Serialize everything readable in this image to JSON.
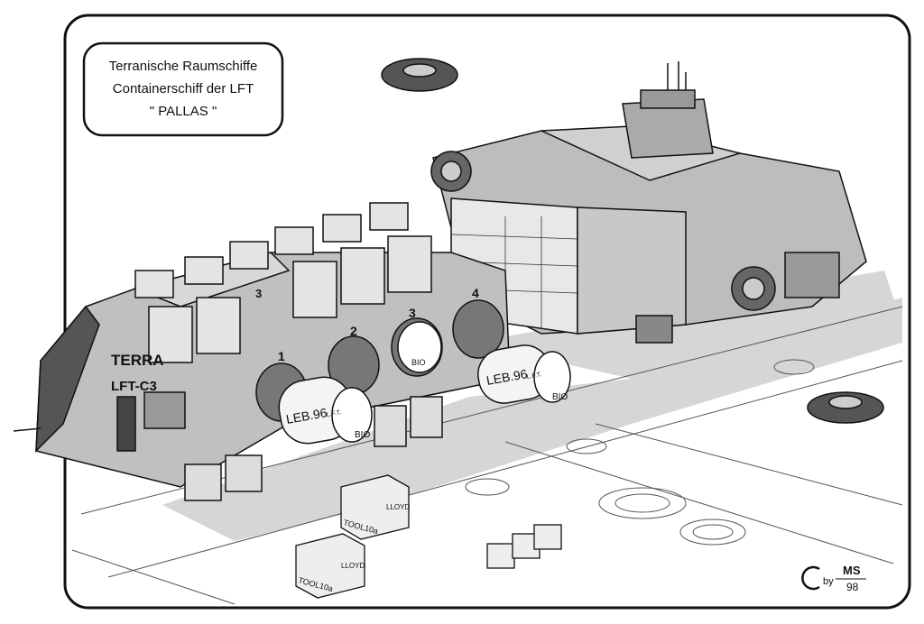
{
  "title_box": {
    "line1": "Terranische Raumschiffe",
    "line2": "Containerschiff der LFT",
    "line3": "\" PALLAS \""
  },
  "ship": {
    "name": "TERRA",
    "designation": "LFT-C3",
    "bay_numbers": [
      "1",
      "2",
      "3",
      "4"
    ],
    "upper_bay_number": "3"
  },
  "containers": {
    "cargo_label": "LEB.96",
    "cargo_sub": "L.F.T.",
    "cargo_type": "BIO",
    "crate_label": "TOOL10a",
    "crate_brand": "LLOYD"
  },
  "signature": {
    "by": "by",
    "initials": "MS",
    "year": "98"
  },
  "colors": {
    "ink": "#111111",
    "hull": "#b8b8b8",
    "shadow": "#d4d4d4",
    "paper": "#ffffff"
  }
}
